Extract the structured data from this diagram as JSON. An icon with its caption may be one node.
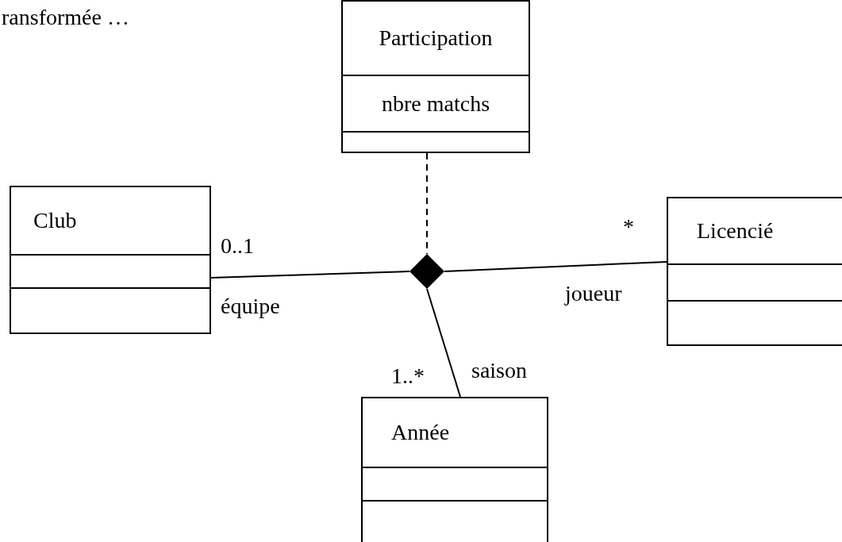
{
  "diagram": {
    "nodes": [
      {
        "text": [
          "Participation",
          "nbre matchs"
        ]
      },
      {
        "text": [
          "Club"
        ]
      },
      {
        "text": [],
        "shape": "diamond"
      },
      {
        "text": [
          "Licencié"
        ]
      },
      {
        "text": [
          "Année"
        ]
      }
    ],
    "edges": [
      {
        "from": 0,
        "to": 2,
        "arrow": "none",
        "style": "dashed"
      },
      {
        "from": 1,
        "to": 2,
        "arrow": "none"
      },
      {
        "from": 2,
        "to": 3,
        "arrow": "none"
      },
      {
        "from": 2,
        "to": 4,
        "arrow": "none"
      }
    ],
    "labels": [
      "ransformée …",
      "0..1",
      "*",
      "équipe",
      "joueur",
      "1..*",
      "saison"
    ]
  }
}
